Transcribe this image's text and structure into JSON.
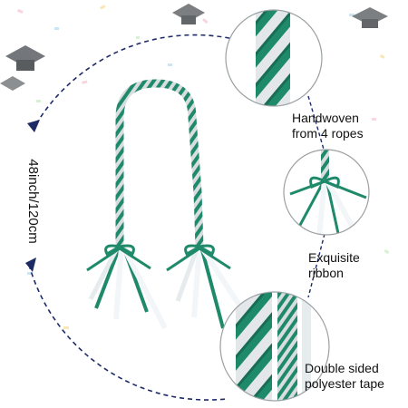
{
  "measurement": {
    "length_label": "48inch/120cm"
  },
  "features": [
    {
      "line1": "Handwoven",
      "line2": "from 4 ropes"
    },
    {
      "line1": "Exquisite",
      "line2": "ribbon"
    },
    {
      "line1": "Double sided",
      "line2": "polyester tape"
    }
  ],
  "colors": {
    "green": "#1f8a6a",
    "silver": "#d9dde0",
    "arrow": "#1c2a66",
    "ribbon_white": "#f3f6f8"
  }
}
